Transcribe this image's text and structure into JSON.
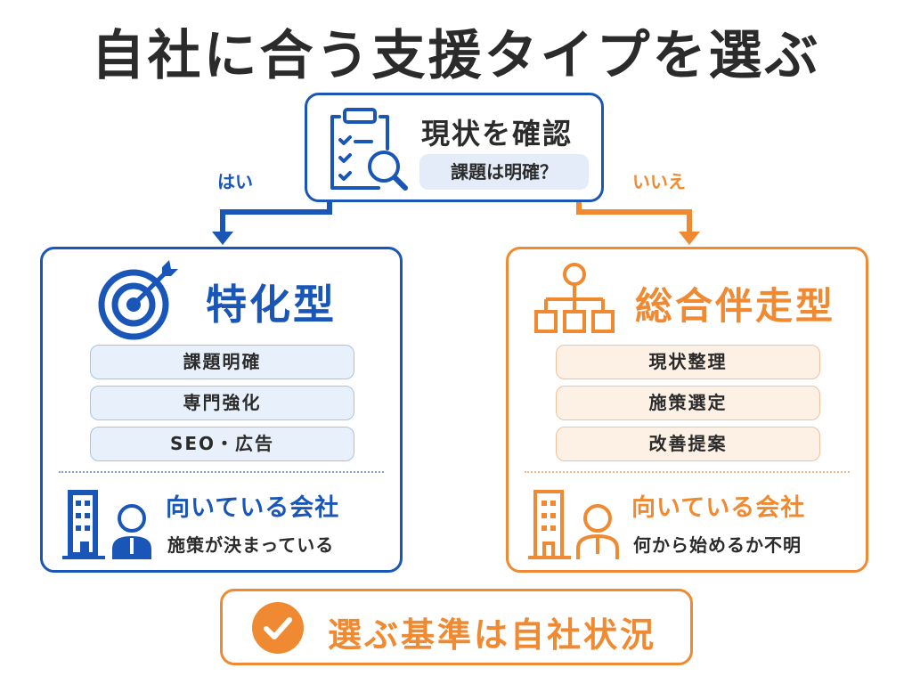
{
  "title": "自社に合う支援タイプを選ぶ",
  "colors": {
    "blue": "#1a56b8",
    "orange": "#f08a32",
    "text": "#2b2b2b"
  },
  "start": {
    "title": "現状を確認",
    "question": "課題は明確？",
    "icon": "clipboard-search-icon"
  },
  "branches": {
    "yes": "はい",
    "no": "いいえ"
  },
  "left": {
    "title": "特化型",
    "icon": "target-icon",
    "items": [
      "課題明確",
      "専門強化",
      "SEO・広告"
    ],
    "suited_heading": "向いている会社",
    "suited_text": "施策が決まっている"
  },
  "right": {
    "title": "総合伴走型",
    "icon": "org-chart-icon",
    "items": [
      "現状整理",
      "施策選定",
      "改善提案"
    ],
    "suited_heading": "向いている会社",
    "suited_text": "何から始めるか不明"
  },
  "conclusion": {
    "text": "選ぶ基準は自社状況",
    "icon": "check-circle-icon"
  }
}
